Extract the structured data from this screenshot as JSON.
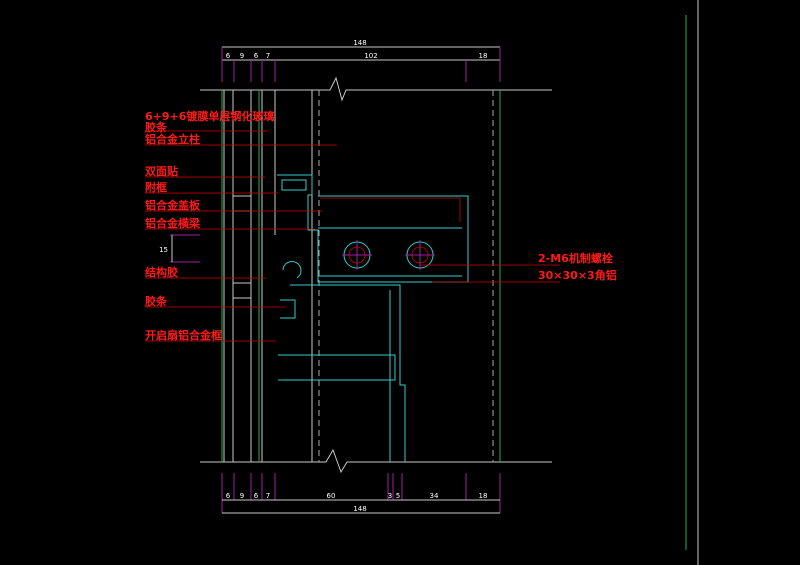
{
  "labels": {
    "glass": "6+9+6镀膜单层钢化玻璃",
    "gasket1": "胶条",
    "mullion": "铝合金立柱",
    "tape": "双面贴",
    "subframe": "附框",
    "cover": "铝合金盖板",
    "transom": "铝合金横梁",
    "structural_sealant": "结构胶",
    "gasket2": "胶条",
    "sash_frame": "开启扇铝合金框",
    "bolts": "2-M6机制螺栓",
    "angle": "30×30×3角铝"
  },
  "dims_top": {
    "total": "148",
    "segments": [
      "6",
      "9",
      "6",
      "7",
      "102",
      "18"
    ]
  },
  "dims_bottom": {
    "total": "148",
    "segments": [
      "6",
      "9",
      "6",
      "7",
      "60",
      "3",
      "5",
      "34",
      "18"
    ]
  },
  "dim_left": "15",
  "colors": {
    "label": "#ff1a1a",
    "profile": "#33cccc",
    "dim_line": "#a020a0",
    "glass_line": "#22b14c"
  }
}
